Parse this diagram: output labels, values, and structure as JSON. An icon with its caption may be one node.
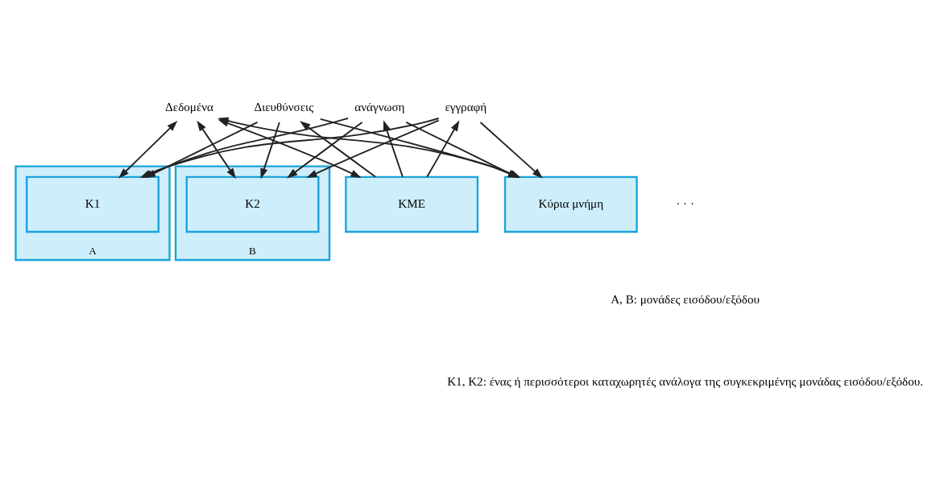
{
  "diagram": {
    "nodes": [
      {
        "text": [
          "Δεδομένα"
        ]
      },
      {
        "text": [
          "Διευθύνσεις"
        ]
      },
      {
        "text": [
          "ανάγνωση"
        ]
      },
      {
        "text": [
          "εγγραφή"
        ]
      },
      {
        "text": [
          "ΚΜΕ"
        ]
      },
      {
        "text": [
          "Κύρια μνήμη"
        ]
      },
      {
        "text": [
          "A"
        ]
      },
      {
        "text": [
          "K1"
        ],
        "in": 6
      },
      {
        "text": [
          "B"
        ]
      },
      {
        "text": [
          "K2"
        ],
        "in": 8
      }
    ],
    "edges": [
      {
        "from": 0,
        "to": 4,
        "arrow": "both"
      },
      {
        "from": 4,
        "to": 1,
        "arrow": "to"
      },
      {
        "from": 4,
        "to": 2,
        "arrow": "to"
      },
      {
        "from": 4,
        "to": 3,
        "arrow": "to"
      },
      {
        "from": 0,
        "to": 5,
        "arrow": "both"
      },
      {
        "from": 1,
        "to": 5,
        "arrow": "to"
      },
      {
        "from": 2,
        "to": 5,
        "arrow": "to"
      },
      {
        "from": 3,
        "to": 5,
        "arrow": "to"
      },
      {
        "from": 0,
        "to": 7,
        "arrow": "both"
      },
      {
        "from": 1,
        "to": 7,
        "arrow": "to"
      },
      {
        "from": 2,
        "to": 7,
        "arrow": "to"
      },
      {
        "from": 3,
        "to": 7,
        "arrow": "to"
      },
      {
        "from": 0,
        "to": 9,
        "arrow": "both"
      },
      {
        "from": 1,
        "to": 9,
        "arrow": "to"
      },
      {
        "from": 2,
        "to": 9,
        "arrow": "to"
      },
      {
        "from": 3,
        "to": 9,
        "arrow": "to"
      }
    ],
    "labels": [
      "· · ·",
      "A, B: μονάδες εισόδου/εξόδου",
      "K1, K2: ένας ή περισσότεροι καταχωρητές ανάλογα της συγκεκριμένης μονάδας εισόδου/εξόδου."
    ]
  }
}
